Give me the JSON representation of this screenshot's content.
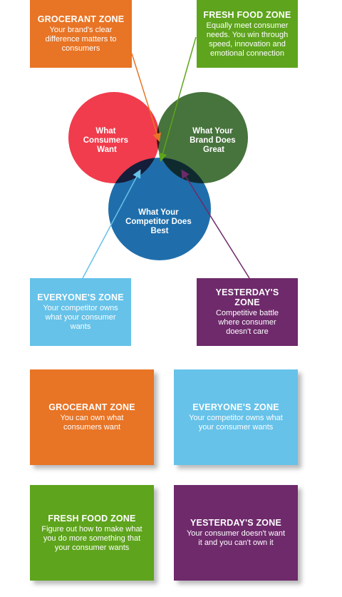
{
  "colors": {
    "orange": "#E87425",
    "green": "#5EA41C",
    "lightblue": "#66C2E9",
    "purple": "#6E2A6B",
    "red": "#F03C4C",
    "darkgreen": "#3D6B31",
    "blue": "#0E63A5"
  },
  "top_boxes": {
    "grocerant": {
      "title": "GROCERANT ZONE",
      "body": "Your brand's clear difference matters to consumers"
    },
    "freshfood": {
      "title": "FRESH FOOD ZONE",
      "body": "Equally meet consumer needs. You win through speed, innovation and emotional connection"
    }
  },
  "venn": {
    "consumers": "What Consumers Want",
    "brand": "What Your Brand Does Great",
    "competitor": "What Your Competitor Does Best"
  },
  "mid_boxes": {
    "everyone": {
      "title": "EVERYONE'S ZONE",
      "body": "Your competitor owns what your consumer wants"
    },
    "yesterday": {
      "title": "YESTERDAY'S ZONE",
      "body": "Competitive battle where consumer doesn't care"
    }
  },
  "grid": {
    "grocerant": {
      "title": "GROCERANT ZONE",
      "body": "You can own what consumers want"
    },
    "everyone": {
      "title": "EVERYONE'S ZONE",
      "body": "Your competitor owns what your consumer wants"
    },
    "freshfood": {
      "title": "FRESH FOOD ZONE",
      "body": "Figure out how to make what you do more something that your consumer wants"
    },
    "yesterday": {
      "title": "YESTERDAY'S ZONE",
      "body": "Your consumer doesn't want it and you can't own it"
    }
  }
}
